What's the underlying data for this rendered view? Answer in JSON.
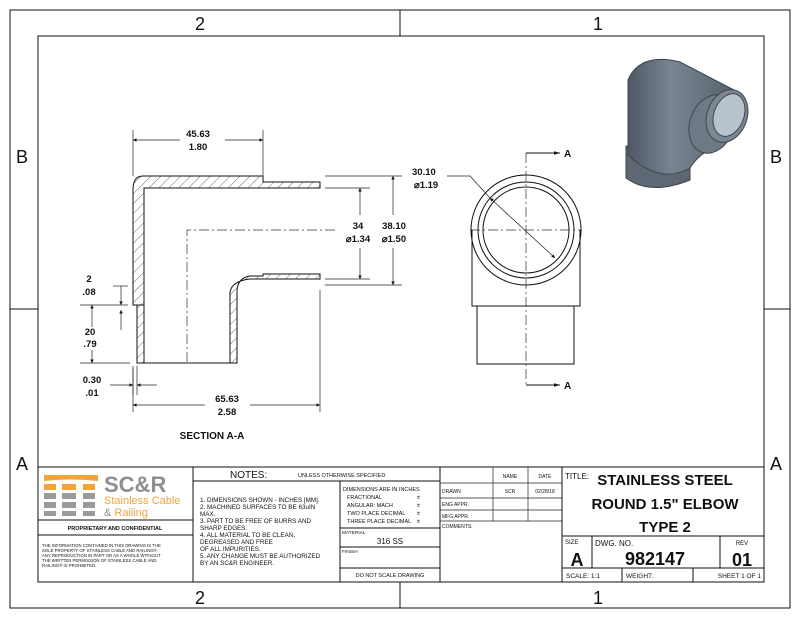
{
  "zones": {
    "top": [
      "2",
      "1"
    ],
    "bottom": [
      "2",
      "1"
    ],
    "left": [
      "B",
      "A"
    ],
    "right": [
      "B",
      "A"
    ]
  },
  "section_view": {
    "label": "SECTION A-A",
    "dims": [
      {
        "mm": "45.63",
        "in": "1.80"
      },
      {
        "mm": "65.63",
        "in": "2.58"
      },
      {
        "mm": "34",
        "in": "⌀1.34"
      },
      {
        "mm": "38.10",
        "in": "⌀1.50"
      },
      {
        "mm": "2",
        "in": ".08"
      },
      {
        "mm": "20",
        "in": ".79"
      },
      {
        "mm": "0.30",
        "in": ".01"
      }
    ]
  },
  "front_view": {
    "dim": {
      "mm": "30.10",
      "in": "⌀1.19"
    },
    "section_marker": "A"
  },
  "logo": {
    "big": "SC&R",
    "line1": "Stainless Cable",
    "line2a": "&",
    "line2b": " Railing",
    "orange": "#f0a43a",
    "gray": "#8f8f8f"
  },
  "proprietary": "PROPRIETARY AND CONFIDENTIAL",
  "disclaimer": [
    "THE INFORMATION CONTAINED IN THIS DRAWING IS THE",
    "SOLE PROPERTY OF STAINLESS CABLE AND RAILING®.",
    "ANY REPRODUCTION IN PART OR AS A WHOLE WITHOUT",
    "THE WRITTEN PERMISSION OF STAINLESS CABLE AND",
    "RAILING® IS PROHIBITED."
  ],
  "notes": {
    "title": "NOTES:",
    "subtitle": "UNLESS OTHERWISE SPECIFIED",
    "lines": [
      "1. DIMENSIONS SHOWN - INCHES [MM].",
      "2. MACHINED SURFACES TO BE 63uIN",
      "MAX.",
      "3. PART TO BE FREE OF BURRS AND",
      "SHARP EDGES.",
      "4. ALL MATERIAL TO BE CLEAN,",
      "DEGREASED AND FREE",
      "OF ALL IMPURITIES.",
      "5. ANY CHANGE MUST BE AUTHORIZED",
      "BY AN SC&R ENGINEER."
    ]
  },
  "tolerances": {
    "title": "DIMENSIONS ARE IN INCHES",
    "rows": [
      "FRACTIONAL",
      "ANGULAR: MACH",
      "TWO PLACE DECIMAL",
      "THREE PLACE DECIMAL"
    ],
    "pm": "±"
  },
  "material": {
    "label": "MATERIAL",
    "value": "316 SS"
  },
  "finish": {
    "label": "FINISH"
  },
  "no_scale": "DO NOT SCALE DRAWING",
  "approvals": {
    "name_header": "NAME",
    "date_header": "DATE",
    "rows": [
      {
        "label": "DRAWN",
        "name": "SCR",
        "date": "02/28/18"
      },
      {
        "label": "ENG APPR.",
        "name": "",
        "date": ""
      },
      {
        "label": "MFG APPR.",
        "name": "",
        "date": ""
      }
    ],
    "comments": "COMMENTS:"
  },
  "title_block": {
    "title_label": "TITLE:",
    "title_lines": [
      "STAINLESS STEEL",
      "ROUND 1.5\" ELBOW",
      "TYPE 2"
    ],
    "size_label": "SIZE",
    "size": "A",
    "dwg_label": "DWG.  NO.",
    "dwg_no": "982147",
    "rev_label": "REV",
    "rev": "01",
    "scale": "SCALE: 1:1",
    "weight": "WEIGHT:",
    "sheet": "SHEET 1 OF 1"
  }
}
